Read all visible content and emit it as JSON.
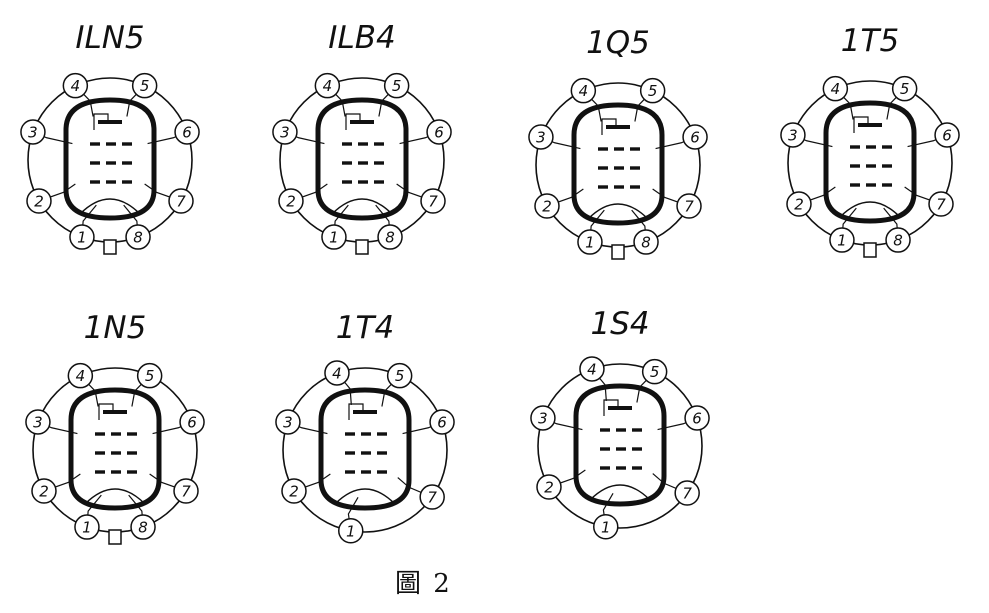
{
  "figure": {
    "caption": "圖 2",
    "ink_color": "#111111",
    "tubes": [
      {
        "id": "1ln5",
        "label": "ILN5",
        "pins": [
          "1",
          "2",
          "3",
          "4",
          "5",
          "6",
          "7",
          "8"
        ],
        "has_key": true
      },
      {
        "id": "1lb4",
        "label": "ILB4",
        "pins": [
          "1",
          "2",
          "3",
          "4",
          "5",
          "6",
          "7",
          "8"
        ],
        "has_key": true
      },
      {
        "id": "1q5",
        "label": "1Q5",
        "pins": [
          "1",
          "2",
          "3",
          "4",
          "5",
          "6",
          "7",
          "8"
        ],
        "has_key": true
      },
      {
        "id": "1t5",
        "label": "1T5",
        "pins": [
          "1",
          "2",
          "3",
          "4",
          "5",
          "6",
          "7",
          "8"
        ],
        "has_key": true
      },
      {
        "id": "1n5",
        "label": "1N5",
        "pins": [
          "1",
          "2",
          "3",
          "4",
          "5",
          "6",
          "7",
          "8"
        ],
        "has_key": true
      },
      {
        "id": "1t4",
        "label": "1T4",
        "pins": [
          "1",
          "2",
          "3",
          "4",
          "5",
          "6",
          "7"
        ],
        "has_key": false
      },
      {
        "id": "1s4",
        "label": "1S4",
        "pins": [
          "1",
          "2",
          "3",
          "4",
          "5",
          "6",
          "7"
        ],
        "has_key": false
      }
    ]
  }
}
